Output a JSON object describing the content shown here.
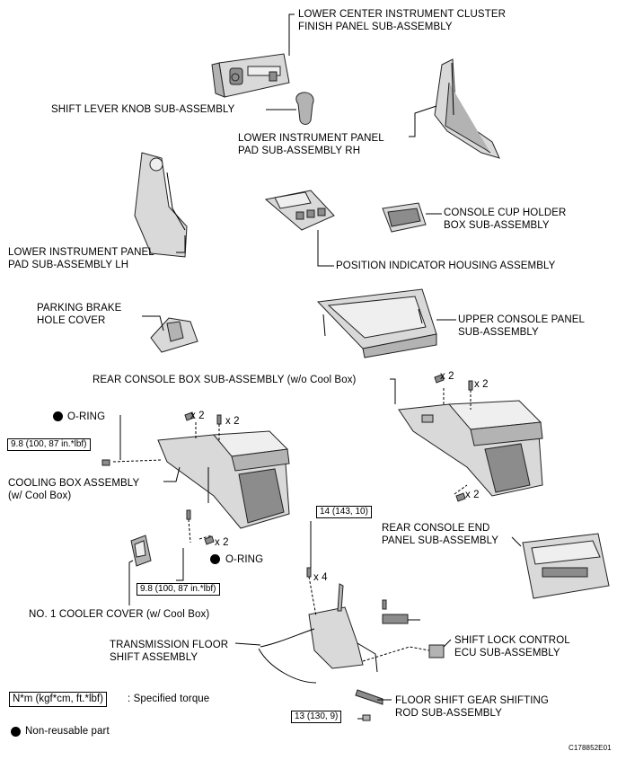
{
  "labels": {
    "lower_center_cluster": "LOWER CENTER INSTRUMENT CLUSTER\nFINISH PANEL SUB-ASSEMBLY",
    "shift_lever_knob": "SHIFT LEVER KNOB SUB-ASSEMBLY",
    "lower_panel_pad_rh": "LOWER INSTRUMENT PANEL\nPAD SUB-ASSEMBLY RH",
    "console_cup_holder": "CONSOLE CUP HOLDER\nBOX SUB-ASSEMBLY",
    "lower_panel_pad_lh": "LOWER INSTRUMENT PANEL\nPAD SUB-ASSEMBLY LH",
    "position_indicator": "POSITION INDICATOR HOUSING ASSEMBLY",
    "parking_brake_cover": "PARKING BRAKE\nHOLE COVER",
    "upper_console_panel": "UPPER CONSOLE PANEL\nSUB-ASSEMBLY",
    "rear_console_box": "REAR CONSOLE BOX SUB-ASSEMBLY (w/o Cool Box)",
    "o_ring_top": "O-RING",
    "cooling_box": "COOLING BOX ASSEMBLY\n(w/ Cool Box)",
    "o_ring_bottom": "O-RING",
    "rear_console_end": "REAR CONSOLE END\nPANEL SUB-ASSEMBLY",
    "cooler_cover": "NO. 1 COOLER COVER (w/ Cool Box)",
    "transmission_floor_shift": "TRANSMISSION FLOOR\nSHIFT ASSEMBLY",
    "shift_lock_ecu": "SHIFT LOCK CONTROL\nECU SUB-ASSEMBLY",
    "floor_shift_rod": "FLOOR SHIFT GEAR SHIFTING\nROD SUB-ASSEMBLY"
  },
  "quantities": {
    "q1": "x 2",
    "q2": "x 2",
    "q3": "x 2",
    "q4": "x 2",
    "q5": "x 2",
    "q6": "x 2",
    "q7": "x 4"
  },
  "torques": {
    "t1": "9.8 (100, 87 in.*lbf)",
    "t2": "9.8 (100, 87 in.*lbf)",
    "t3": "14 (143, 10)",
    "t4": "13 (130, 9)"
  },
  "legend": {
    "torque_unit": "N*m (kgf*cm, ft.*lbf)",
    "torque_text": ": Specified torque",
    "non_reusable": "Non-reusable part"
  },
  "figure_code": "C178852E01"
}
